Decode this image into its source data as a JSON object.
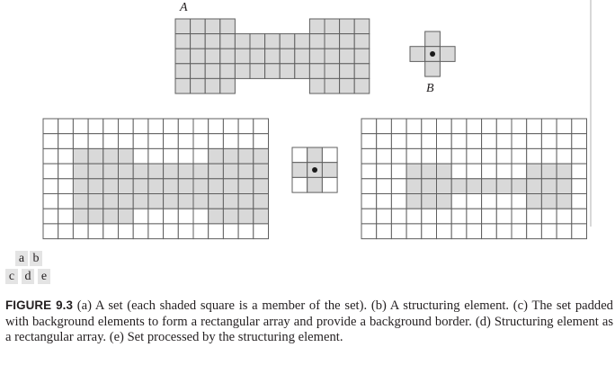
{
  "panels": {
    "set_label": "A",
    "structuring_label": "B",
    "key_rows": [
      [
        "a",
        "b"
      ],
      [
        "c",
        "d",
        "e"
      ]
    ]
  },
  "caption": {
    "label": "FIGURE 9.3",
    "text": " (a) A set (each shaded square is a member of the set). (b) A structuring element. (c) The set padded with background elements to form a rectangular array and provide a background border. (d) Structuring element as a rectangular array. (e) Set processed by the structuring element."
  },
  "set_a": {
    "rows": [
      "1111000001111",
      "1111111111111",
      "1111111111111",
      "1111111111111",
      "1111000001111"
    ]
  },
  "structuring_b": {
    "rows": [
      "010",
      "111",
      "010"
    ],
    "origin": [
      1,
      1
    ]
  },
  "padded_set": {
    "rows": [
      "000000000000000",
      "000000000000000",
      "001111000001111",
      "001111111111111",
      "001111111111111",
      "001111111111111",
      "001111000001111",
      "000000000000000"
    ]
  },
  "result_set": {
    "rows": [
      "000000000000000",
      "000000000000000",
      "000000000000000",
      "000111000001110",
      "000111111111110",
      "000111000001110",
      "000000000000000",
      "000000000000000"
    ]
  },
  "colors": {
    "member_fill": "#d9d9d9",
    "background_fill": "#ffffff",
    "grid_line": "#5f5f5f",
    "origin_dot": "#1a1a1a"
  }
}
